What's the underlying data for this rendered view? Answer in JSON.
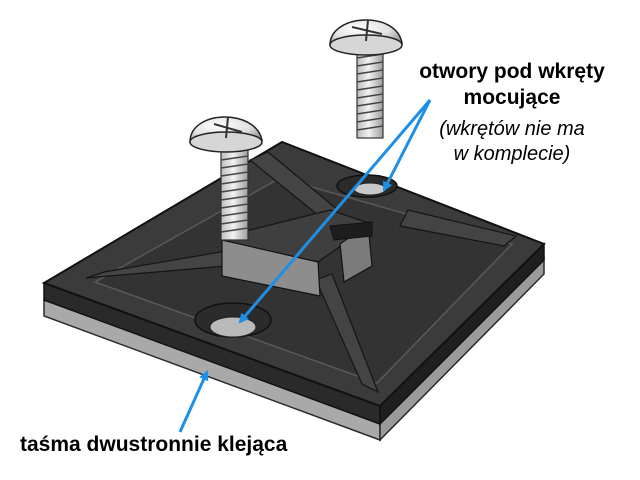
{
  "labels": {
    "holes_line1": "otwory pod wkręty",
    "holes_line2": "mocujące",
    "note_line1": "(wkrętów nie ma",
    "note_line2": "w komplecie)",
    "tape": "taśma dwustronnie klejąca"
  },
  "colors": {
    "base_top": "#3a3a3a",
    "base_side": "#262626",
    "tape": "#a8a8a8",
    "arrow": "#1e8fe6",
    "screw": "#e4e4e4"
  }
}
